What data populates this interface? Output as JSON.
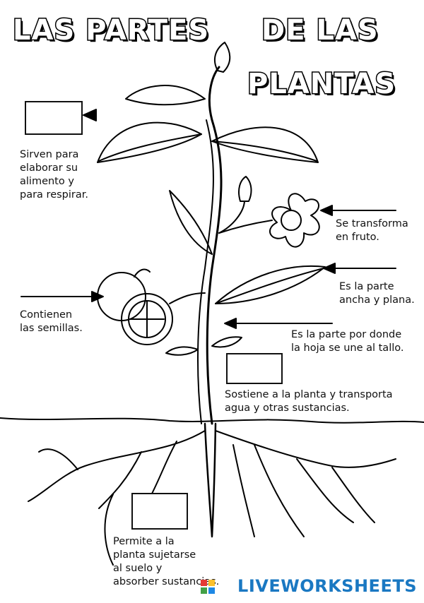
{
  "title": {
    "line1_left": "LAS PARTES",
    "line1_right": "DE LAS",
    "line2": "PLANTAS"
  },
  "labels": {
    "leaves": "Sirven para\nelaborar su\nalimento y\npara respirar.",
    "flower": "Se transforma\nen fruto.",
    "blade": "Es la parte\nancha y plana.",
    "fruit": "Contienen\nlas semillas.",
    "petiole": "Es la parte por donde\nla hoja se une al tallo.",
    "stem": "Sostiene a la planta y transporta\nagua y otras sustancias.",
    "root": "Permite a la\nplanta sujetarse\nal suelo y\nabsorber sustancias."
  },
  "branding": {
    "text": "LIVEWORKSHEETS",
    "color": "#1a78c2"
  }
}
